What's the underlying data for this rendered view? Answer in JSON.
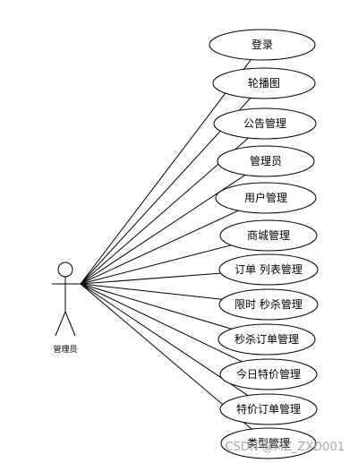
{
  "actor": {
    "label": "管理员"
  },
  "use_cases": [
    {
      "label": "登录"
    },
    {
      "label": "轮播图"
    },
    {
      "label": "公告管理"
    },
    {
      "label": "管理员"
    },
    {
      "label": "用户管理"
    },
    {
      "label": "商城管理"
    },
    {
      "label": "订单 列表管理"
    },
    {
      "label": "限时 秒杀管理"
    },
    {
      "label": "秒杀订单管理"
    },
    {
      "label": "今日特价管理"
    },
    {
      "label": "特价订单管理"
    },
    {
      "label": "类型管理"
    }
  ],
  "watermark": "CSDN @MZ_ZXD001"
}
